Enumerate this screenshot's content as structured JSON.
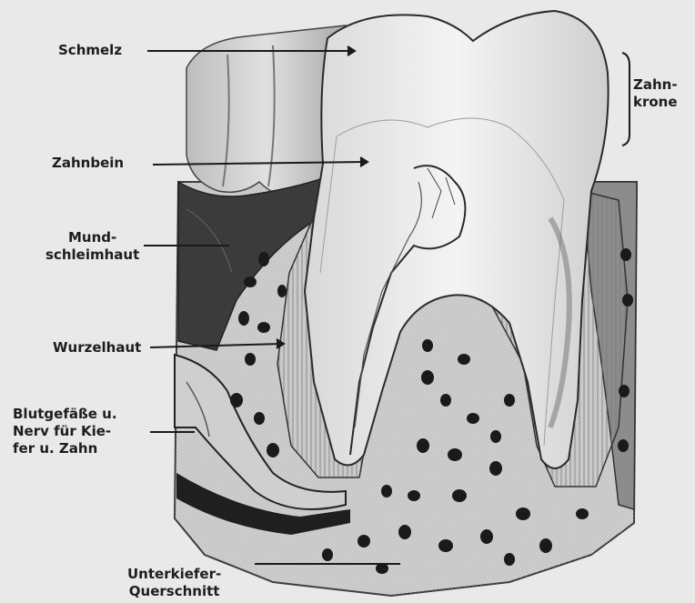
{
  "labels": {
    "schmelz": "Schmelz",
    "zahnbein": "Zahnbein",
    "mundschleimhaut": [
      "Mund-",
      "schleimhaut"
    ],
    "wurzelhaut": "Wurzelhaut",
    "blutgefaesse": [
      "Blutgefäße u.",
      "Nerv für Kie-",
      "fer u. Zahn"
    ],
    "unterkiefer": [
      "Unterkiefer-",
      "Querschnitt"
    ],
    "zahnkrone": [
      "Zahn-",
      "krone"
    ]
  }
}
